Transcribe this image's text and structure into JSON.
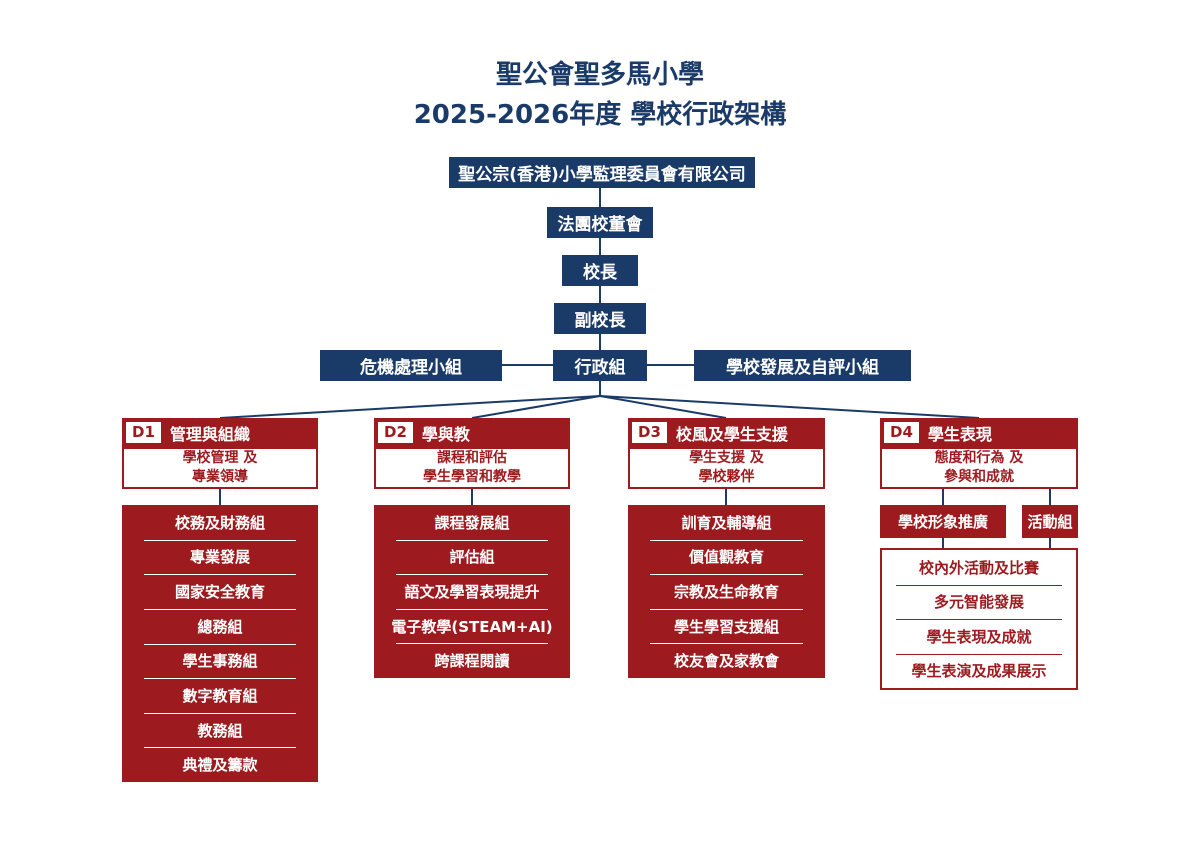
{
  "title": {
    "line1": "聖公會聖多馬小學",
    "line2": "2025-2026年度 學校行政架構"
  },
  "hierarchy": {
    "sponsoring_body": "聖公宗(香港)小學監理委員會有限公司",
    "school_board": "法團校董會",
    "principal": "校長",
    "vice_principal": "副校長",
    "crisis_team": "危機處理小組",
    "admin_team": "行政組",
    "development_team": "學校發展及自評小組"
  },
  "departments": [
    {
      "code": "D1",
      "title": "管理與組織",
      "subtitle_line1": "學校管理 及",
      "subtitle_line2": "專業領導",
      "items": [
        "校務及財務組",
        "專業發展",
        "國家安全教育",
        "總務組",
        "學生事務組",
        "數字教育組",
        "教務組",
        "典禮及籌款"
      ]
    },
    {
      "code": "D2",
      "title": "學與教",
      "subtitle_line1": "課程和評估",
      "subtitle_line2": "學生學習和教學",
      "items": [
        "課程發展組",
        "評估組",
        "語文及學習表現提升",
        "電子教學(STEAM+AI)",
        "跨課程閱讀"
      ]
    },
    {
      "code": "D3",
      "title": "校風及學生支援",
      "subtitle_line1": "學生支援 及",
      "subtitle_line2": "學校夥伴",
      "items": [
        "訓育及輔導組",
        "價值觀教育",
        "宗教及生命教育",
        "學生學習支援組",
        "校友會及家教會"
      ]
    },
    {
      "code": "D4",
      "title": "學生表現",
      "subtitle_line1": "態度和行為 及",
      "subtitle_line2": "參與和成就",
      "sub_boxes": [
        "學校形象推廣",
        "活動組"
      ],
      "items": [
        "校內外活動及比賽",
        "多元智能發展",
        "學生表現及成就",
        "學生表演及成果展示"
      ]
    }
  ],
  "colors": {
    "navy": "#1a3a68",
    "maroon": "#9d1b1f"
  }
}
